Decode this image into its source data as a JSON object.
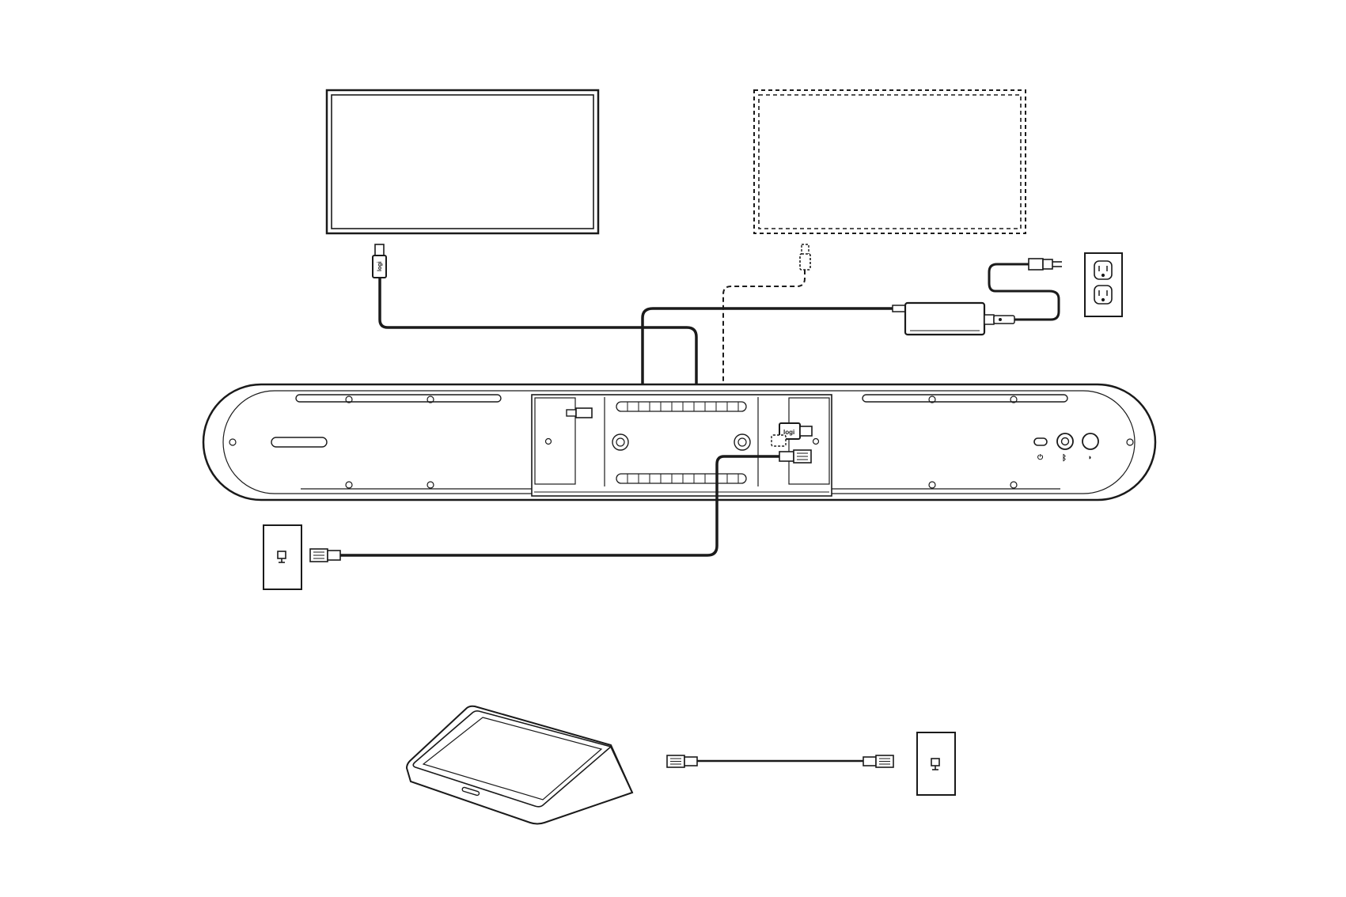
{
  "colors": {
    "line": "#1a1a1a",
    "fill": "#ffffff",
    "device_fill": "#f7f7f7"
  },
  "brand": {
    "usb_logo_text": "logi",
    "sync_logo_text": "logi"
  },
  "port_symbols": {
    "power": "⏻",
    "bluetooth": "ᛒ",
    "reset": "◑"
  },
  "components": [
    {
      "id": "main-display",
      "type": "display",
      "style": "solid",
      "icon": "monitor-icon"
    },
    {
      "id": "optional-display",
      "type": "display",
      "style": "dashed",
      "icon": "monitor-icon"
    },
    {
      "id": "video-bar",
      "type": "video-bar",
      "icon": "video-bar-icon"
    },
    {
      "id": "power-adapter",
      "type": "power-brick",
      "icon": "power-adapter-icon"
    },
    {
      "id": "power-outlet",
      "type": "ac-outlet",
      "icon": "power-outlet-icon"
    },
    {
      "id": "network-jack-bar",
      "type": "network-jack",
      "icon": "network-jack-icon"
    },
    {
      "id": "touch-controller",
      "type": "tablet",
      "icon": "touch-controller-icon"
    },
    {
      "id": "network-jack-tap",
      "type": "network-jack",
      "icon": "network-jack-icon"
    }
  ],
  "connections": [
    {
      "from": "main-display",
      "to": "video-bar",
      "cable": "hdmi",
      "style": "solid"
    },
    {
      "from": "optional-display",
      "to": "video-bar",
      "cable": "hdmi",
      "style": "dashed"
    },
    {
      "from": "power-adapter",
      "to": "video-bar",
      "cable": "dc-power",
      "style": "solid"
    },
    {
      "from": "power-outlet",
      "to": "power-adapter",
      "cable": "ac-power",
      "style": "solid"
    },
    {
      "from": "network-jack-bar",
      "to": "video-bar",
      "cable": "ethernet",
      "style": "solid"
    },
    {
      "from": "touch-controller",
      "to": "network-jack-tap",
      "cable": "ethernet",
      "style": "solid"
    }
  ]
}
